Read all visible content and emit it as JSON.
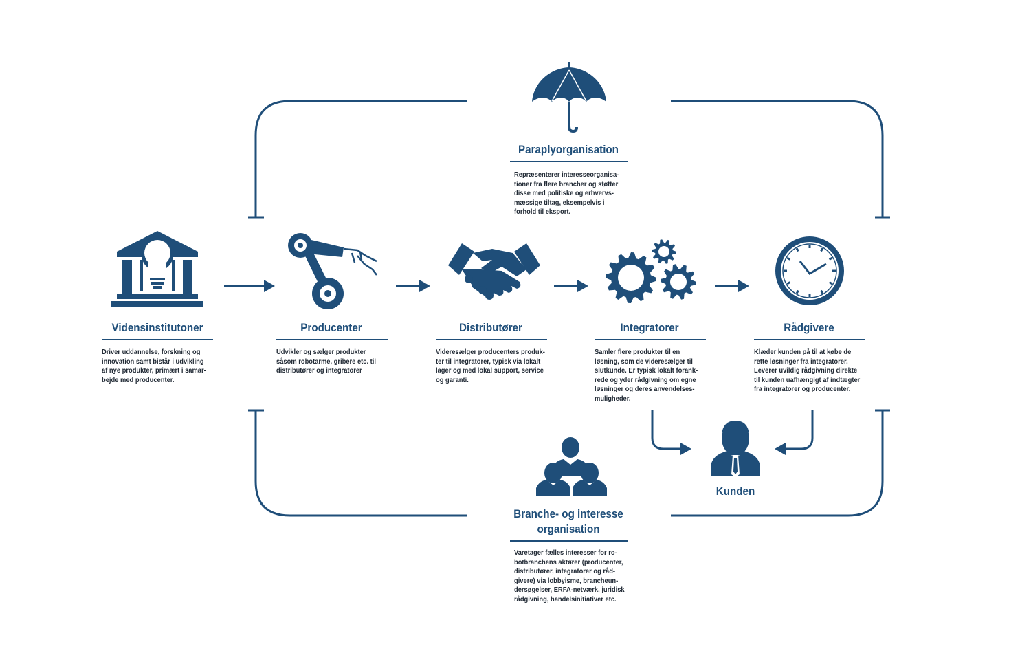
{
  "colors": {
    "primary": "#1f4e79",
    "text": "#222b36",
    "background": "#ffffff"
  },
  "nodes": {
    "vidensinstitutioner": {
      "title": "Vidensinstitutoner",
      "icon": "bank-lightbulb-icon",
      "description": "Driver uddannelse, forskning og\ninnovation samt bistår i udvikling\naf nye produkter, primært i samar-\nbejde med producenter."
    },
    "producenter": {
      "title": "Producenter",
      "icon": "robot-arm-icon",
      "description": "Udvikler og sælger produkter\nsåsom robotarme, gribere etc. til\ndistributører og integratorer"
    },
    "distributoerer": {
      "title": "Distributører",
      "icon": "handshake-icon",
      "description": "Videresælger producenters produk-\nter til integratorer, typisk via lokalt\nlager og med lokal support, service\nog garanti."
    },
    "integratorer": {
      "title": "Integratorer",
      "icon": "gears-icon",
      "description": "Samler flere produkter til en\nløsning, som de videresælger til\nslutkunde. Er typisk lokalt forank-\nrede og yder rådgivning om egne\nløsninger og deres anvendelses-\nmuligheder."
    },
    "raadgivere": {
      "title": "Rådgivere",
      "icon": "clock-icon",
      "description": "Klæder kunden på til at købe de\nrette løsninger fra integratorer.\nLeverer uvildig rådgivning direkte\ntil kunden uafhængigt af indtægter\nfra integratorer og producenter."
    },
    "paraply": {
      "title": "Paraplyorganisation",
      "icon": "umbrella-icon",
      "description": "Repræsenterer interesseorganisa-\ntioner fra flere brancher og støtter\ndisse med politiske og erhvervs-\nmæssige tiltag, eksempelvis i\nforhold til eksport."
    },
    "branche": {
      "title": "Branche- og interesse\norganisation",
      "icon": "people-group-icon",
      "description": "Varetager fælles interesser for ro-\nbotbranchens aktører (producenter,\ndistributører, integratorer og råd-\ngivere) via lobbyisme, brancheun-\ndersøgelser, ERFA-netværk, juridisk\nrådgivning, handelsinitiativer etc."
    },
    "kunden": {
      "title": "Kunden",
      "icon": "customer-person-icon"
    }
  }
}
